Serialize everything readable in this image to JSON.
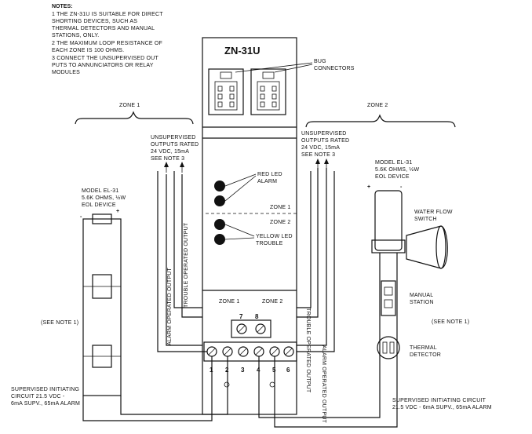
{
  "notes": {
    "heading": "NOTES:",
    "lines": [
      "1  THE ZN-31U IS SUITABLE FOR DIRECT",
      "   SHORTING DEVICES, SUCH AS",
      "   THERMAL DETECTORS AND MANUAL",
      "   STATIONS, ONLY.",
      "2  THE MAXIMUM LOOP RESISTANCE OF",
      "   EACH ZONE IS 100 OHMS.",
      "3  CONNECT THE UNSUPERVISED OUT",
      "   PUTS TO ANNUNCIATORS OR RELAY",
      "   MODULES"
    ]
  },
  "module": {
    "title": "ZN-31U",
    "bug_connectors": [
      "BUG",
      "CONNECTORS"
    ],
    "red_led": [
      "RED LED",
      "ALARM"
    ],
    "yellow_led": [
      "YELLOW LED",
      "TROUBLE"
    ],
    "zone1_line": "ZONE 1",
    "zone2_line": "ZONE 2",
    "zone1_label": "ZONE 1",
    "zone2_label": "ZONE 2",
    "terminals_top": [
      "7",
      "8"
    ],
    "terminals_bottom": [
      "1",
      "2",
      "3",
      "4",
      "5",
      "6"
    ]
  },
  "zone_brackets": {
    "left": "ZONE 1",
    "right": "ZONE 2"
  },
  "unsupervised_left": [
    "UNSUPERVISED",
    "OUTPUTS RATED",
    "24 VDC, 15mA",
    "SEE NOTE 3"
  ],
  "unsupervised_right": [
    "UNSUPERVISED",
    "OUTPUTS RATED",
    "24 VDC, 15mA",
    "SEE NOTE 3"
  ],
  "vertical_labels": {
    "left_alarm": "ALARM OPERATED OUTPUT",
    "left_trouble": "TROUBLE OPERATED OUTPUT",
    "right_trouble": "TROUBLE OPERATED OUTPUT",
    "right_alarm": "ALARM OPERATED OUTPUT"
  },
  "left_device": {
    "model": [
      "MODEL EL-31",
      "5.6K OHMS, ½W",
      "EOL DEVICE"
    ],
    "plus": "+",
    "minus": "-",
    "see_note": "(SEE NOTE 1)",
    "circuit": [
      "SUPERVISED INITIATING",
      "CIRCUIT 21.5 VDC -",
      "6mA SUPV., 65mA ALARM"
    ]
  },
  "right_device": {
    "model": [
      "MODEL EL-31",
      "5.6K OHMS, ½W",
      "EOL DEVICE"
    ],
    "plus": "+",
    "minus": "-",
    "waterflow": [
      "WATER FLOW",
      "SWITCH"
    ],
    "manual": [
      "MANUAL",
      "STATION"
    ],
    "thermal": [
      "THERMAL",
      "DETECTOR"
    ],
    "see_note": "(SEE NOTE 1)",
    "circuit": [
      "SUPERVISED INITIATING CIRCUIT",
      "21.5 VDC - 6mA SUPV., 65mA ALARM"
    ]
  }
}
